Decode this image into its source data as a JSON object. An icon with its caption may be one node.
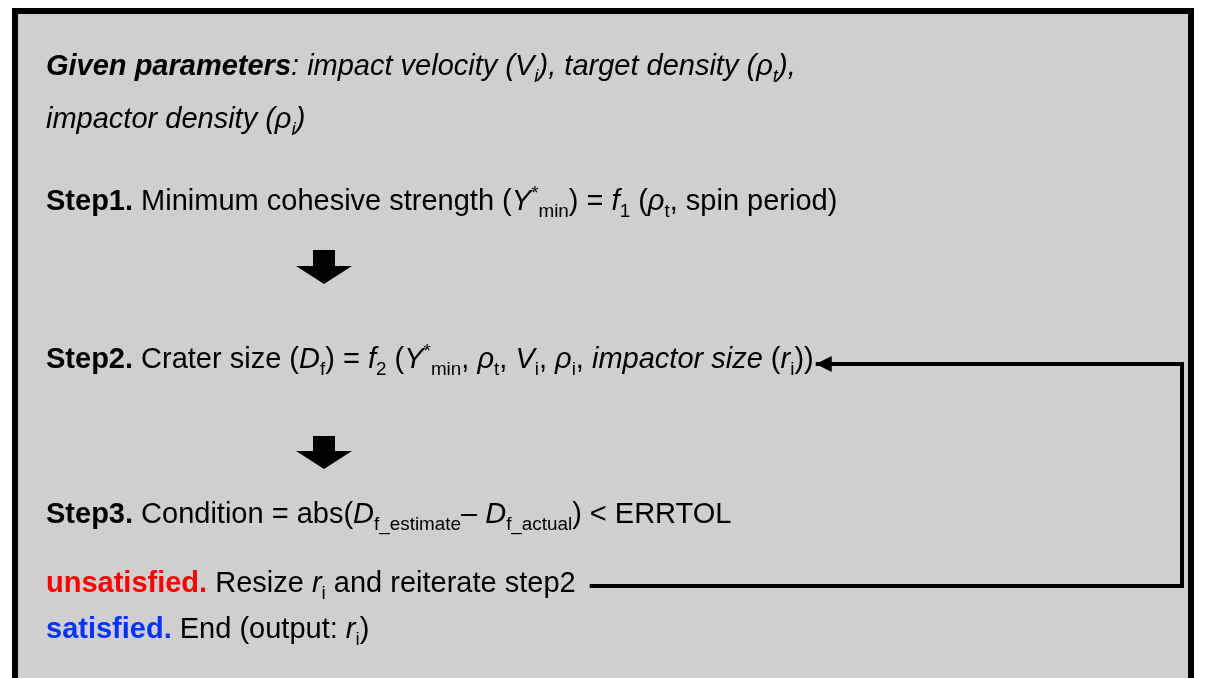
{
  "diagram": {
    "nodes": [
      {
        "text": [
          "**Given parameters**: impact velocity (*V*$_{i}$), target density (*ρ*$_{t}$), impactor density (*ρ*$_{i}$)"
        ]
      },
      {
        "text": [
          "**Step1.** Minimum cohesive strength (*Y*$^{*}$$_{min}$) = *f*$_{1}$ (*ρ*$_{t}$, spin period)"
        ],
        "in": 0
      },
      {
        "text": [
          "**Step2.** Crater size (*D*$_{f}$) = *f*$_{2}$ (*Y*$^{*}$$_{min}$, *ρ*$_{t}$, *V*$_{i}$, *ρ*$_{i}$, *impactor size* (*r*$_{i}$))"
        ],
        "in": 0
      },
      {
        "text": [
          "**Step3.** Condition = abs(*D*$_{f_estimate}$– *D*$_{f_actual}$) < ERRTOL"
        ],
        "in": 0
      },
      {
        "text": [
          "**unsatisfied.** Resize *r*$_{i}$ and reiterate step2"
        ],
        "in": 0
      },
      {
        "text": [
          "**satisfied.** End (output: *r*$_{i}$)"
        ],
        "in": 0
      }
    ],
    "edges": [
      {
        "from": 1,
        "to": 2,
        "arrow": "to"
      },
      {
        "from": 2,
        "to": 3,
        "arrow": "to"
      },
      {
        "from": 4,
        "to": 2,
        "arrow": "to"
      }
    ]
  }
}
